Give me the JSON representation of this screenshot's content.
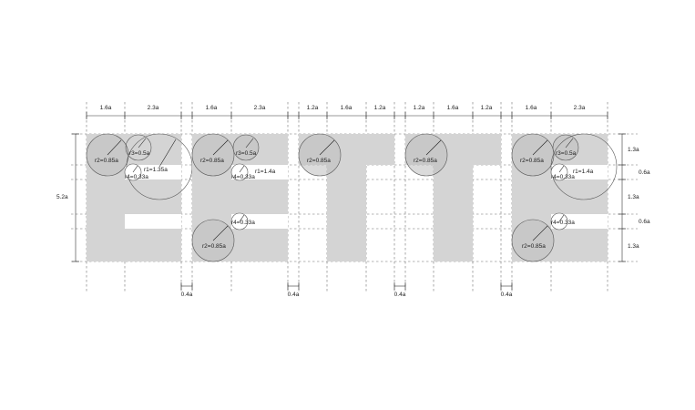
{
  "colors": {
    "fill": "#d4d4d4",
    "line": "#555555",
    "text": "#222222"
  },
  "top_dimensions": [
    "1.6a",
    "2.3a",
    "1.6a",
    "2.3a",
    "1.2a",
    "1.6a",
    "1.2a",
    "1.2a",
    "1.6a",
    "1.2a",
    "1.6a",
    "2.3a"
  ],
  "right_dimensions": [
    "1.3a",
    "0.6a",
    "1.3a",
    "0.6a",
    "1.3a"
  ],
  "left_dimension": "5.2a",
  "gap_dimensions": [
    "0.4a",
    "0.4a",
    "0.4a",
    "0.4a"
  ],
  "circle_labels": {
    "r2": "r2=0.85a",
    "r3": "r3=0.5a",
    "r1_first": "r1=1.35a",
    "r1": "r1=1.4a",
    "r4": "r4=0.33a"
  }
}
